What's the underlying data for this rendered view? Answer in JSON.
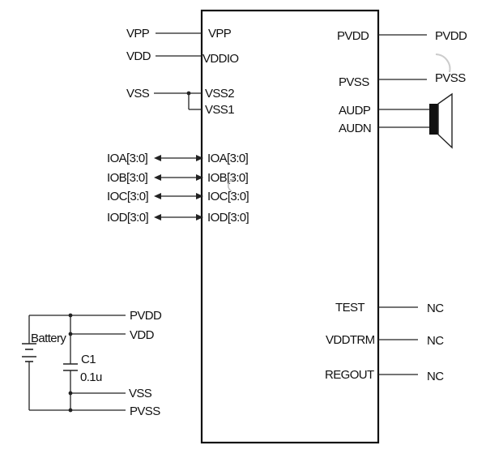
{
  "chip": {
    "left_pins": {
      "vpp": "VPP",
      "vddio": "VDDIO",
      "vss2": "VSS2",
      "vss1": "VSS1",
      "ioa": "IOA[3:0]",
      "iob": "IOB[3:0]",
      "ioc": "IOC[3:0]",
      "iod": "IOD[3:0]"
    },
    "right_pins": {
      "pvdd": "PVDD",
      "pvss": "PVSS",
      "audp": "AUDP",
      "audn": "AUDN",
      "test": "TEST",
      "vddtrm": "VDDTRM",
      "regout": "REGOUT"
    }
  },
  "external_nets": {
    "vpp": "VPP",
    "vdd": "VDD",
    "vss": "VSS",
    "ioa": "IOA[3:0]",
    "iob": "IOB[3:0]",
    "ioc": "IOC[3:0]",
    "iod": "IOD[3:0]",
    "pvdd": "PVDD",
    "pvss": "PVSS",
    "nc_test": "NC",
    "nc_vddtrm": "NC",
    "nc_regout": "NC"
  },
  "power_circuit": {
    "battery": "Battery",
    "capacitor_name": "C1",
    "capacitor_value": "0.1u",
    "pvdd": "PVDD",
    "vdd": "VDD",
    "vss": "VSS",
    "pvss": "PVSS"
  },
  "icons": {
    "speaker": "speaker-icon",
    "battery": "battery-icon",
    "capacitor": "capacitor-icon"
  }
}
